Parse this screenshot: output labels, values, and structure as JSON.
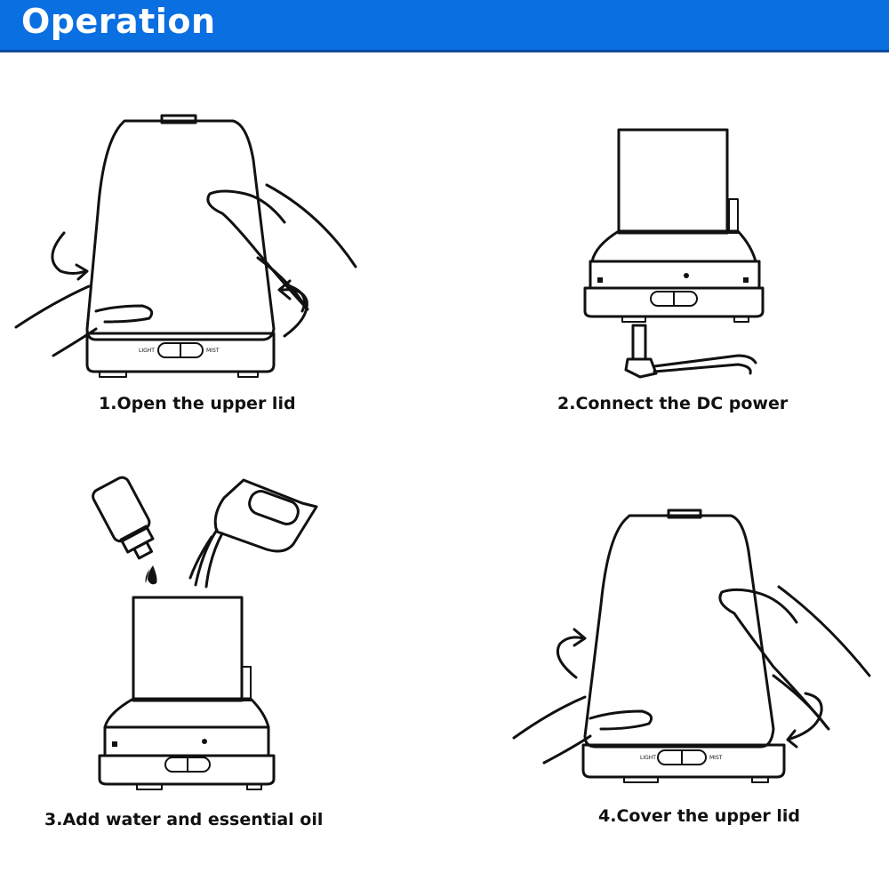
{
  "header": {
    "title": "Operation"
  },
  "steps": [
    {
      "caption": "1.Open the upper lid",
      "switch_left": "LIGHT",
      "switch_right": "MIST"
    },
    {
      "caption": "2.Connect the DC power"
    },
    {
      "caption": "3.Add water and essential oil"
    },
    {
      "caption": "4.Cover the upper lid",
      "switch_left": "LIGHT",
      "switch_right": "MIST"
    }
  ],
  "colors": {
    "header_bg": "#0a6fe0",
    "header_text": "#ffffff",
    "line_art": "#111111"
  }
}
